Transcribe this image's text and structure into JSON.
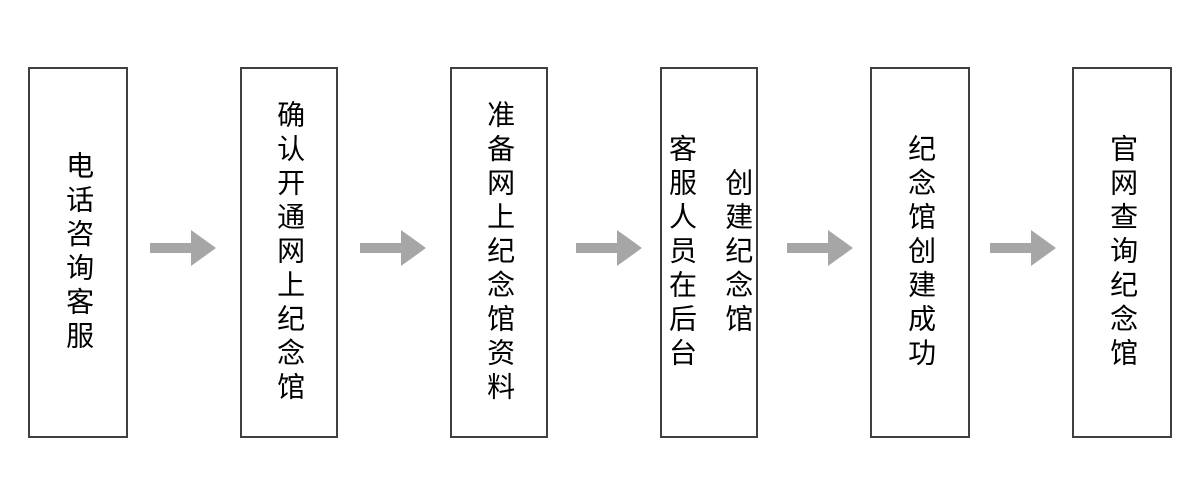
{
  "flowchart": {
    "type": "flowchart",
    "direction": "left-to-right",
    "connector": "right-arrow",
    "steps": [
      {
        "id": 1,
        "text": "电话咨询客服",
        "lines": [
          "电话咨询客服"
        ]
      },
      {
        "id": 2,
        "text": "确认开通网上纪念馆",
        "lines": [
          "确认开通网上纪念馆"
        ]
      },
      {
        "id": 3,
        "text": "准备网上纪念馆资料",
        "lines": [
          "准备网上纪念馆资料"
        ]
      },
      {
        "id": 4,
        "text": "客服人员在后台创建纪念馆",
        "lines": [
          "客服人员在后台",
          "创建纪念馆"
        ]
      },
      {
        "id": 5,
        "text": "纪念馆创建成功",
        "lines": [
          "纪念馆创建成功"
        ]
      },
      {
        "id": 6,
        "text": "官网查询纪念馆",
        "lines": [
          "官网查询纪念馆"
        ]
      }
    ]
  },
  "colors": {
    "arrow": "#a6a6a6",
    "box_border": "#404040",
    "box_fill": "#ffffff",
    "text": "#000000",
    "background": "#ffffff"
  }
}
